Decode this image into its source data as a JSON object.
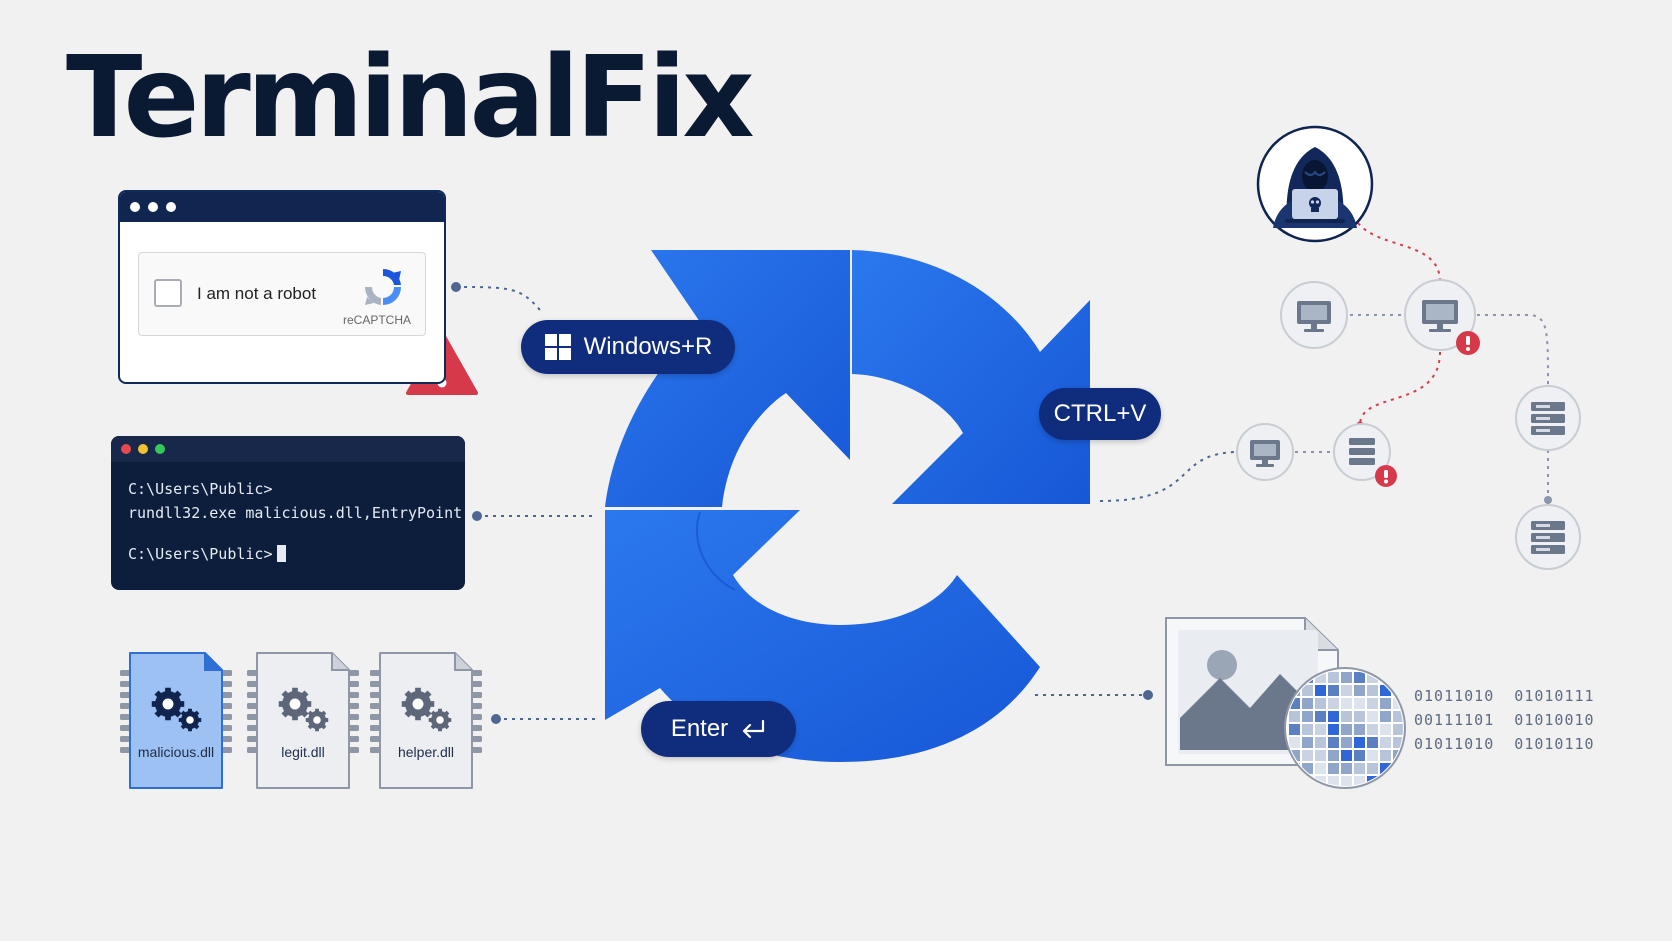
{
  "title": "TerminalFix",
  "captcha": {
    "label": "I am not a robot",
    "brand": "reCAPTCHA",
    "icons": [
      "recaptcha-logo-icon",
      "warning-triangle-icon"
    ]
  },
  "terminal": {
    "line1": "C:\\Users\\Public>",
    "line2": "rundll32.exe malicious.dll,EntryPoint",
    "line3": "C:\\Users\\Public>"
  },
  "steps": {
    "step1": "Windows+R",
    "step2": "CTRL+V",
    "step3": "Enter",
    "icons": [
      "windows-logo-icon",
      "enter-return-icon"
    ]
  },
  "files": [
    {
      "name": "malicious.dll"
    },
    {
      "name": "legit.dll"
    },
    {
      "name": "helper.dll"
    }
  ],
  "binary": {
    "line1": "01011010  01010111",
    "line2": "00111101  01010010",
    "line3": "01011010  01010110"
  },
  "colors": {
    "arrow_blue": "#1a64e0",
    "dark_navy": "#0d1e3d",
    "pill_blue": "#0f2c7d",
    "alert_red": "#d6394a",
    "malicious_file": "#9cc1f2"
  }
}
